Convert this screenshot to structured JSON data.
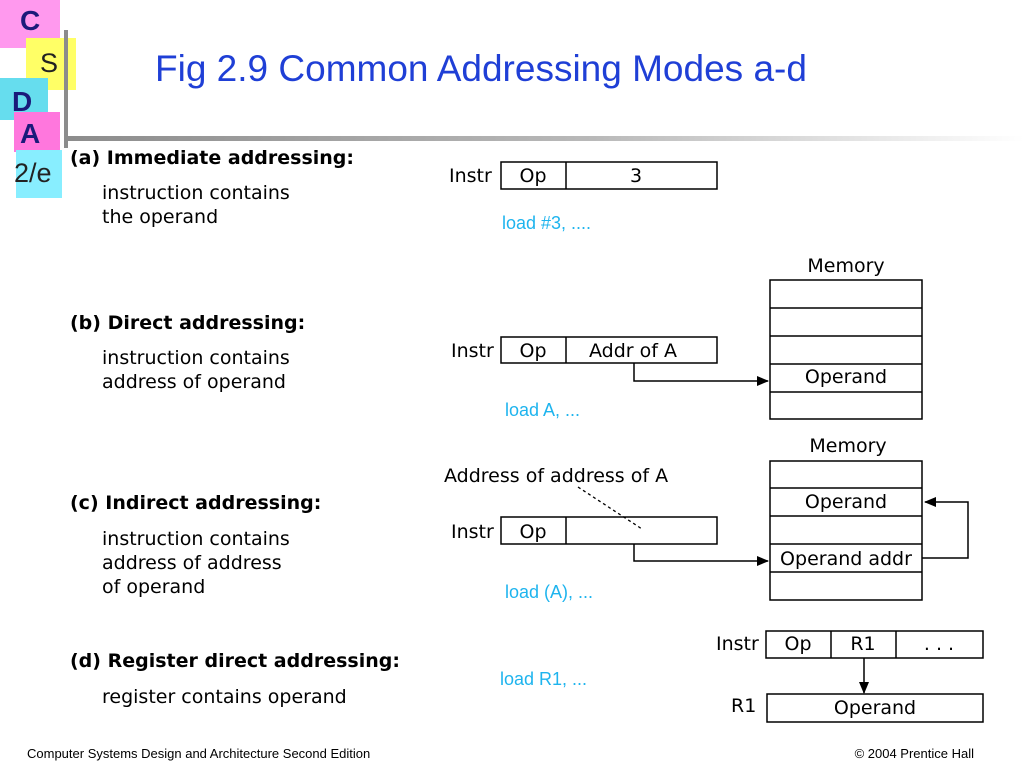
{
  "slide": {
    "title": "Fig 2.9  Common Addressing Modes a-d",
    "logo": {
      "c": "C",
      "s": "S",
      "d": "D",
      "a": "A",
      "edition": "2/e"
    },
    "footer_left": "Computer Systems Design and Architecture Second Edition",
    "footer_right": "© 2004 Prentice Hall"
  },
  "colors": {
    "title": "#1f3fd6",
    "example": "#1eb4ee"
  },
  "modes": {
    "a": {
      "heading": "(a) Immediate addressing:",
      "desc": "instruction contains\nthe operand",
      "example": "load #3, ...."
    },
    "b": {
      "heading": "(b) Direct addressing:",
      "desc": "instruction contains\naddress of operand",
      "example": "load A, ..."
    },
    "c": {
      "heading": "(c) Indirect addressing:",
      "desc": "instruction contains\naddress of address\nof operand",
      "example": "load (A), ..."
    },
    "d": {
      "heading": "(d) Register direct addressing:",
      "desc": "register contains operand",
      "example": "load R1, ..."
    }
  },
  "diagram": {
    "instr_label": "Instr",
    "op_label": "Op",
    "immediate_value": "3",
    "addr_a": "Addr of A",
    "memory_label": "Memory",
    "operand": "Operand",
    "operand_addr": "Operand addr",
    "addr_of_addr_note": "Address of address of A",
    "register_name": "R1",
    "ellipsis": ". . .",
    "r1_label": "R1"
  }
}
